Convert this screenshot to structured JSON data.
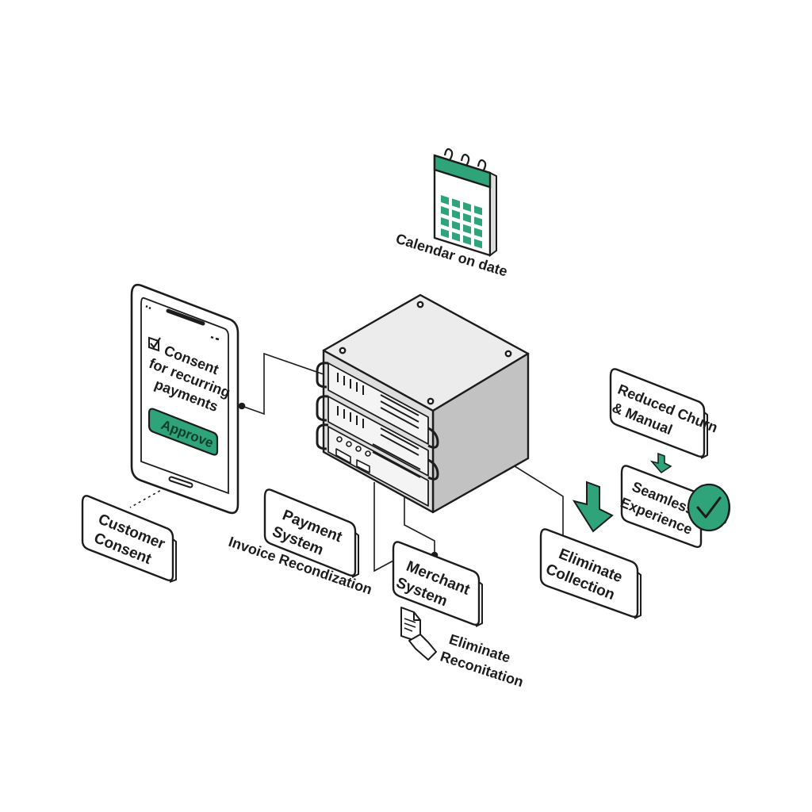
{
  "colors": {
    "accent": "#2fa37a",
    "accent_dark": "#1f7a58",
    "line": "#1c1c1c",
    "server_light": "#ececec",
    "server_mid": "#d6d6d6",
    "server_dark": "#bdbdbd"
  },
  "calendar": {
    "icon": "calendar-icon",
    "caption": "Calendar on date"
  },
  "phone": {
    "icon": "smartphone-icon",
    "consent_lines": [
      "Consent",
      "for recurring",
      "payments"
    ],
    "approve_label": "Approve"
  },
  "server": {
    "icon": "server-rack-icon"
  },
  "cards": {
    "customer_consent": [
      "Customer",
      "Consent"
    ],
    "payment_system": [
      "Payment",
      "System"
    ],
    "merchant_system": [
      "Merchant",
      "System"
    ],
    "eliminate_collection": [
      "Eliminate",
      "Collection"
    ],
    "reduced_churn": [
      "Reduced Churn",
      "& Manual"
    ],
    "seamless_experience": [
      "Seamless",
      "Experience"
    ]
  },
  "labels": {
    "invoice_reconciliation": "Invoice Recondization",
    "eliminate_reconciliation": [
      "Eliminate",
      "Reconitation"
    ]
  },
  "icons": {
    "check": "check-circle-icon",
    "down_arrow": "down-arrow-icon",
    "document_hand": "document-hand-icon"
  }
}
